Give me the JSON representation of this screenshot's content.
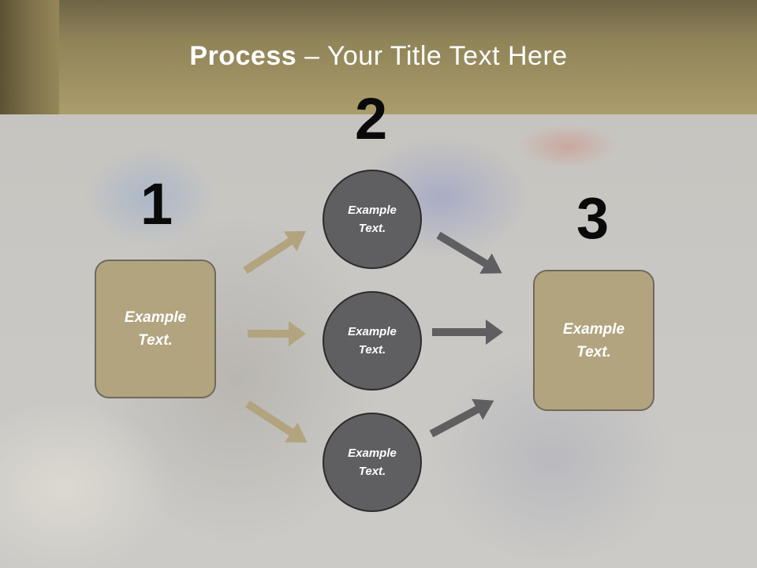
{
  "slide": {
    "title_bold": "Process",
    "title_rest": " – Your Title Text Here"
  },
  "steps": [
    {
      "number": "1",
      "box_text": [
        "Example",
        "Text."
      ]
    },
    {
      "number": "2",
      "circles": [
        [
          "Example",
          "Text."
        ],
        [
          "Example",
          "Text."
        ],
        [
          "Example",
          "Text."
        ]
      ]
    },
    {
      "number": "3",
      "box_text": [
        "Example",
        "Text."
      ]
    }
  ],
  "colors": {
    "title_band": "#ab9c6b",
    "box_fill": "#b2a47f",
    "circle_fill": "#5f5f61",
    "arrow_tan": "#b2a47f",
    "arrow_gray": "#5f5f61"
  }
}
